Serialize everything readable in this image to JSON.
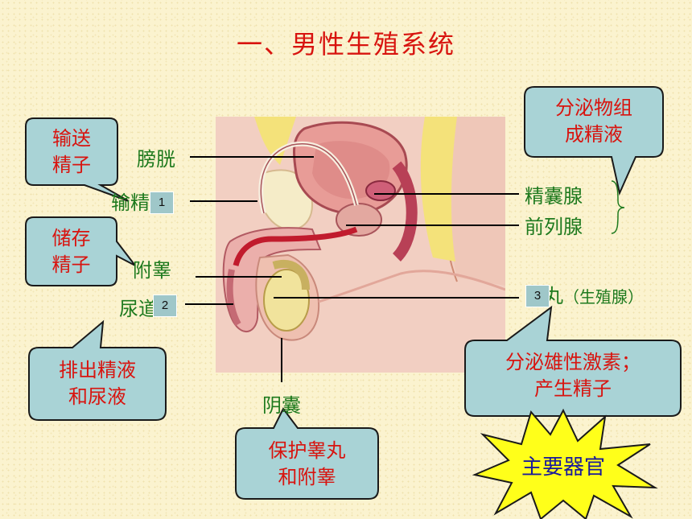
{
  "slide": {
    "title": "一、男性生殖系统"
  },
  "labels": {
    "bladder": "膀胱",
    "vas_deferens_visible": "输精管",
    "epididymis": "附睾",
    "urethra_visible": "尿道",
    "seminal_vesicle": "精囊腺",
    "prostate": "前列腺",
    "testis_visible": "睾丸",
    "testis_note": "（生殖腺）",
    "scrotum": "阴囊"
  },
  "badges": [
    "1",
    "2",
    "3"
  ],
  "callouts": {
    "transport_sperm": [
      "输送",
      "精子"
    ],
    "store_sperm": [
      "储存",
      "精子"
    ],
    "discharge": [
      "排出精液",
      "和尿液"
    ],
    "secrete_fluid": [
      "分泌物组",
      "成精液"
    ],
    "hormone": [
      "分泌雄性激素；",
      "产生精子"
    ],
    "protect": [
      "保护睾丸",
      "和附睾"
    ]
  },
  "main_organ": "主要器官",
  "colors": {
    "title_red": "#d8140f",
    "label_green": "#1e7a1e",
    "callout_fill": "#a9d3d6",
    "star_yellow": "#ffff1a",
    "main_organ_blue": "#1a1a9a",
    "background": "#fbf3cf"
  }
}
